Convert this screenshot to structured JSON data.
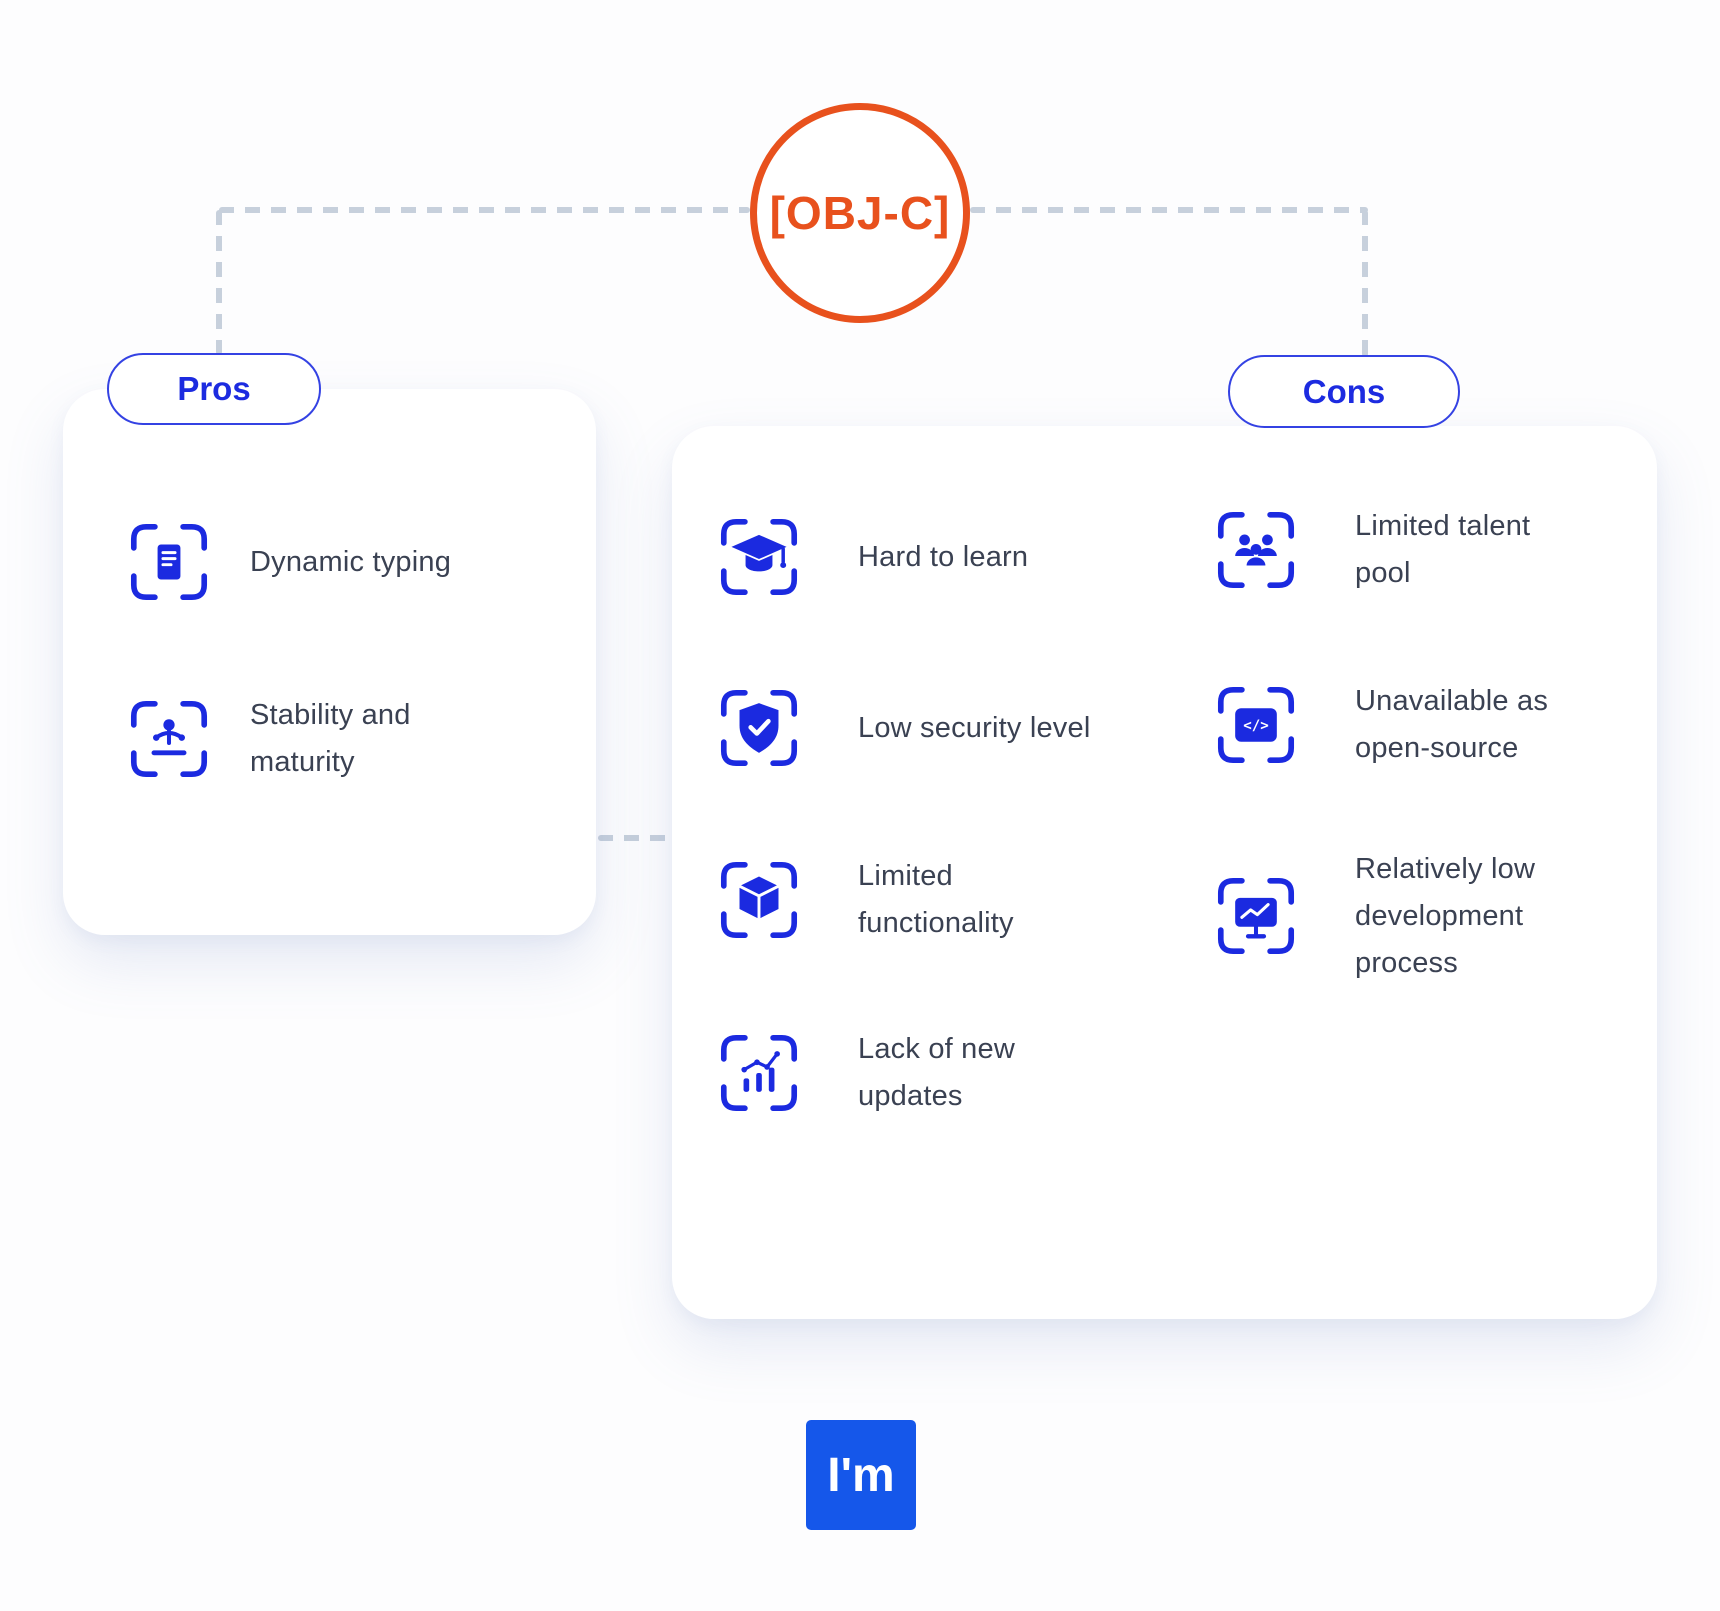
{
  "header": {
    "language_label": "[OBJ-C]"
  },
  "pros": {
    "title": "Pros",
    "items": [
      {
        "icon": "document-icon",
        "label": "Dynamic typing"
      },
      {
        "icon": "balance-icon",
        "label": "Stability and maturity"
      }
    ]
  },
  "cons": {
    "title": "Cons",
    "column1": [
      {
        "icon": "graduation-cap-icon",
        "label": "Hard to learn"
      },
      {
        "icon": "shield-check-icon",
        "label": "Low security level"
      },
      {
        "icon": "cube-icon",
        "label": "Limited functionality"
      },
      {
        "icon": "chart-growth-icon",
        "label": "Lack of new updates"
      }
    ],
    "column2": [
      {
        "icon": "team-icon",
        "label": "Limited talent pool"
      },
      {
        "icon": "code-window-icon",
        "label": "Unavailable as open-source"
      },
      {
        "icon": "monitor-chart-icon",
        "label": "Relatively low development process"
      }
    ]
  },
  "footer": {
    "logo_text": "I'm"
  },
  "colors": {
    "accent_orange": "#E8511D",
    "accent_blue": "#1B2AE0",
    "logo_blue": "#1557EA",
    "connector_gray": "#C7D0DC",
    "text_dark": "#3A4152"
  }
}
